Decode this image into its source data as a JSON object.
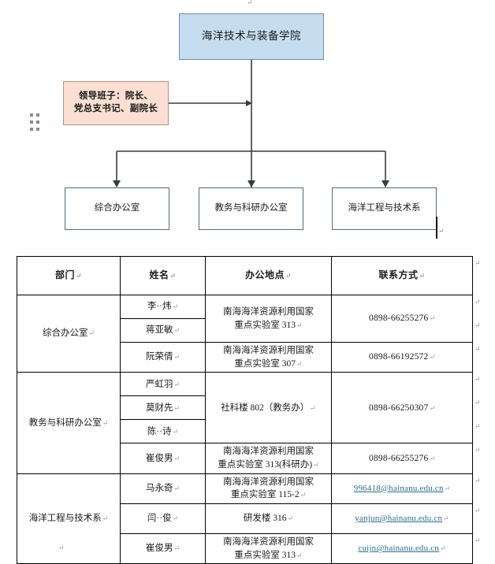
{
  "diagram": {
    "top_node": "海洋技术与装备学院",
    "leadership_node": "领导班子：院长、\n党总支书记、副院长",
    "children": [
      "综合办公室",
      "教务与科研办公室",
      "海洋工程与技术系"
    ],
    "colors": {
      "top_fill": "#c5ddee",
      "top_border": "#6f8fa6",
      "leadership_fill": "#fadfd2",
      "leadership_border": "#b99184",
      "child_border": "#516b80",
      "connector": "#3b3b3b"
    },
    "pilcrow": "↵"
  },
  "table": {
    "headers": [
      "部门",
      "姓名",
      "办公地点",
      "联系方式"
    ],
    "groups": [
      {
        "department": "综合办公室",
        "rows": [
          {
            "names": [
              "李··炜",
              "蒋亚敏"
            ],
            "office": "南海海洋资源利用国家\n重点实验室 313",
            "contact": "0898-66255276",
            "contact_type": "phone"
          },
          {
            "names": [
              "阮荣倩"
            ],
            "office": "南海海洋资源利用国家\n重点实验室 307",
            "contact": "0898-66192572",
            "contact_type": "phone"
          }
        ]
      },
      {
        "department": "教务与科研办公室",
        "rows": [
          {
            "names": [
              "严虹羽",
              "莫财先",
              "陈··诗"
            ],
            "office": "社科楼 802（教务办）",
            "contact": "0898-66250307",
            "contact_type": "phone"
          },
          {
            "names": [
              "崔俊男"
            ],
            "office": "南海海洋资源利用国家\n重点实验室 313(科研办)",
            "contact": "0898-66255276",
            "contact_type": "phone"
          }
        ]
      },
      {
        "department": "海洋工程与技术系",
        "rows": [
          {
            "names": [
              "马永奇"
            ],
            "office": "南海海洋资源利用国家\n重点实验室 115-2",
            "contact": "996418@hainanu.edu.cn",
            "contact_type": "email"
          },
          {
            "names": [
              "闫··俊"
            ],
            "office": "研发楼 316",
            "contact": "yanjun@hainanu.edu.cn",
            "contact_type": "email"
          },
          {
            "names": [
              "崔俊男"
            ],
            "office": "南海海洋资源利用国家\n重点实验室 313",
            "contact": "cuijn@hainanu.edu.cn",
            "contact_type": "email"
          }
        ]
      }
    ],
    "email_color": "#2e6d88",
    "pilcrow": "↵"
  },
  "marks": {
    "paragraph_mark": "↵"
  }
}
